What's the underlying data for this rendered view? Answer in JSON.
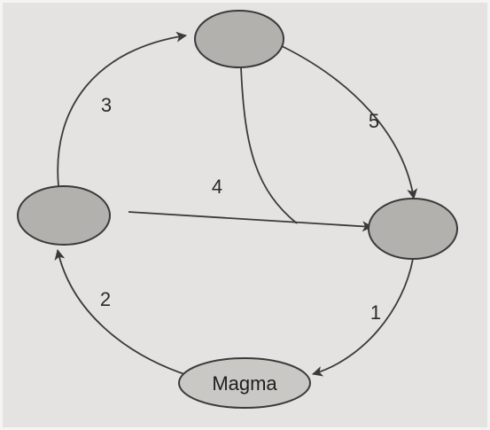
{
  "diagram": {
    "nodes": [
      {
        "id": "top",
        "label": ""
      },
      {
        "id": "left",
        "label": ""
      },
      {
        "id": "right",
        "label": ""
      },
      {
        "id": "magma",
        "label": "Magma"
      }
    ],
    "edges": [
      {
        "id": "e1",
        "label": "1",
        "from": "right",
        "to": "magma"
      },
      {
        "id": "e2",
        "label": "2",
        "from": "magma",
        "to": "left"
      },
      {
        "id": "e3",
        "label": "3",
        "from": "left",
        "to": "top"
      },
      {
        "id": "e4",
        "label": "4",
        "from": "left",
        "to": "right"
      },
      {
        "id": "e5",
        "label": "5",
        "from": "top",
        "to": "right"
      },
      {
        "id": "e5b",
        "label": "",
        "from": "top",
        "to": "right"
      }
    ]
  }
}
